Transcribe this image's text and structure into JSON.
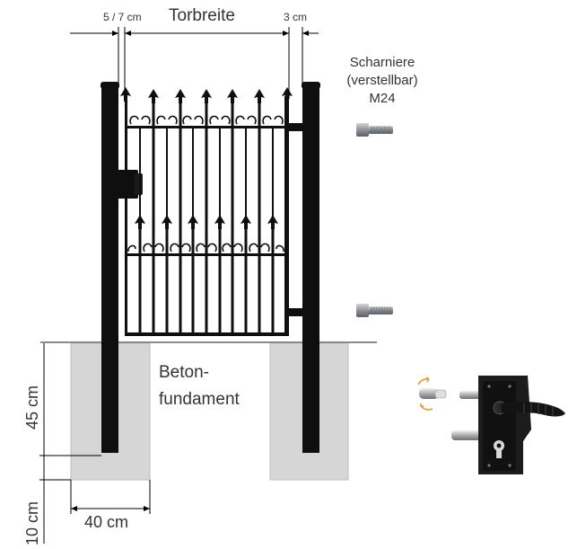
{
  "labels": {
    "gap_left": "5 / 7 cm",
    "gate_width": "Torbreite",
    "gap_right": "3 cm",
    "hinge_line1": "Scharniere",
    "hinge_line2": "(verstellbar)",
    "hinge_line3": "M24",
    "concrete_line1": "Beton-",
    "concrete_line2": "fundament",
    "depth_45": "45 cm",
    "depth_10": "10 cm",
    "width_40": "40 cm"
  },
  "colors": {
    "steel": "#0f0f0f",
    "concrete": "#d6d6d6",
    "ground": "#8a8a8a",
    "text": "#333333",
    "bolt": "#9a9ca0",
    "lock_body": "#1c1c1c"
  },
  "icons": {
    "hinge_bolt": "threaded-bolt-icon",
    "lock": "gate-lock-icon",
    "rotate": "rotate-arrows-icon"
  }
}
